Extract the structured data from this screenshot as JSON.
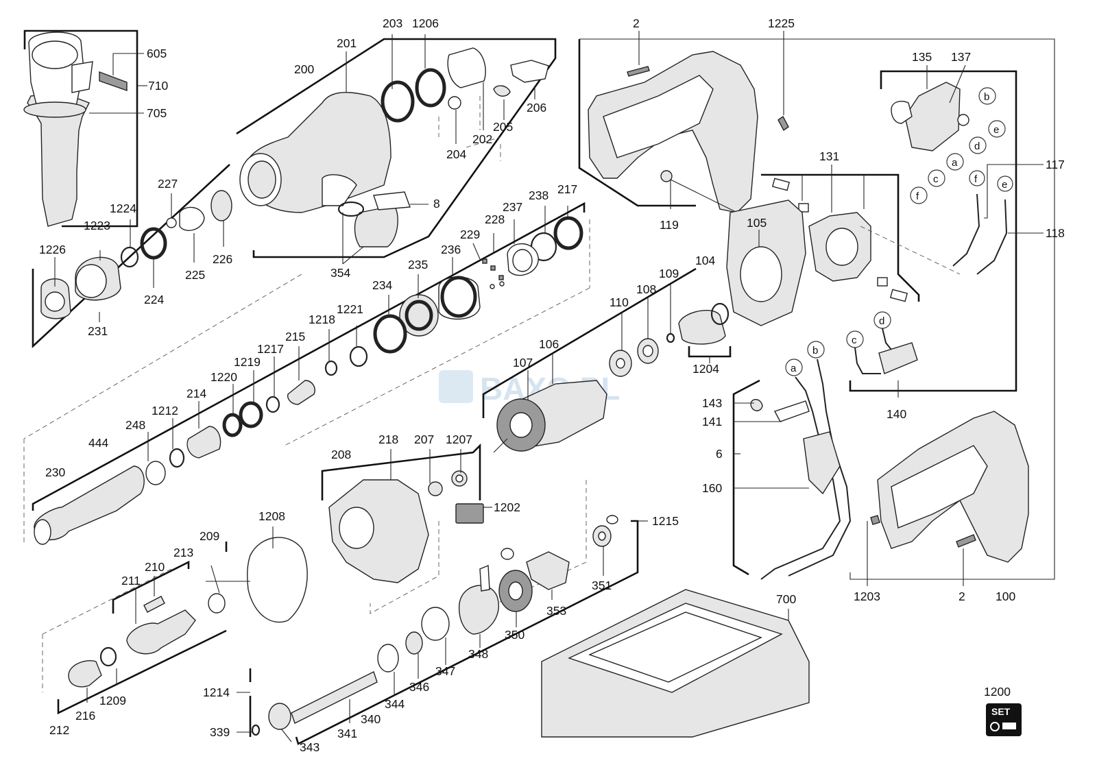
{
  "watermark": "BAXO.PL",
  "set_icon_text": "SET",
  "labels": {
    "l605": "605",
    "l710": "710",
    "l705": "705",
    "l200": "200",
    "l201": "201",
    "l203": "203",
    "l1206": "1206",
    "l206": "206",
    "l205": "205",
    "l202": "202",
    "l204": "204",
    "l8": "8",
    "l354": "354",
    "l227": "227",
    "l1224": "1224",
    "l1223": "1223",
    "l1226": "1226",
    "l224": "224",
    "l225": "225",
    "l226": "226",
    "l231": "231",
    "l2top": "2",
    "l1225": "1225",
    "l119": "119",
    "l135": "135",
    "l137": "137",
    "l117": "117",
    "l118": "118",
    "l131": "131",
    "l105": "105",
    "l104": "104",
    "l109": "109",
    "l108": "108",
    "l110": "110",
    "l1204": "1204",
    "l106": "106",
    "l107": "107",
    "l140": "140",
    "l238": "238",
    "l217": "217",
    "l237": "237",
    "l228": "228",
    "l229": "229",
    "l236": "236",
    "l235": "235",
    "l234": "234",
    "l1221": "1221",
    "l1218": "1218",
    "l215": "215",
    "l1217": "1217",
    "l1219": "1219",
    "l1220": "1220",
    "l214": "214",
    "l1212": "1212",
    "l248": "248",
    "l444": "444",
    "l230": "230",
    "l208": "208",
    "l218": "218",
    "l207": "207",
    "l1207": "1207",
    "l1202": "1202",
    "l1208": "1208",
    "l1215": "1215",
    "l351": "351",
    "l353": "353",
    "l350": "350",
    "l348": "348",
    "l347": "347",
    "l346": "346",
    "l344": "344",
    "l340": "340",
    "l341": "341",
    "l343": "343",
    "l339": "339",
    "l1214": "1214",
    "l209": "209",
    "l213": "213",
    "l210": "210",
    "l211": "211",
    "l1209": "1209",
    "l216": "216",
    "l212": "212",
    "l143": "143",
    "l141": "141",
    "l6": "6",
    "l160": "160",
    "l1203": "1203",
    "l2bot": "2",
    "l100": "100",
    "l700": "700",
    "l1200": "1200"
  },
  "wire_markers": {
    "a": "a",
    "b": "b",
    "c": "c",
    "d": "d",
    "e": "e",
    "f": "f"
  }
}
